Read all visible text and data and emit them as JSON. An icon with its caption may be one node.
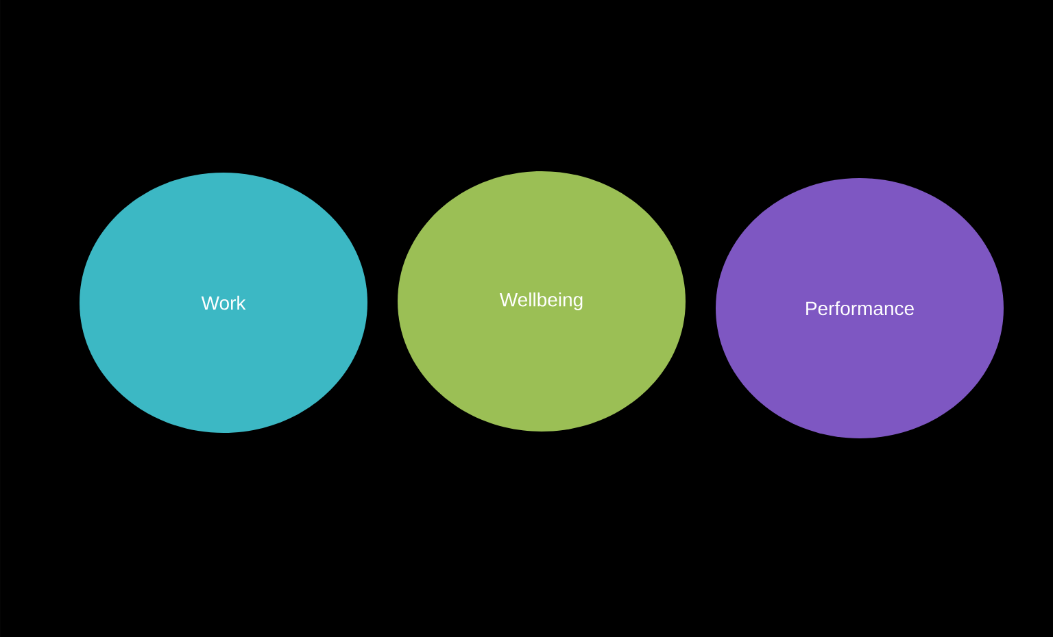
{
  "diagram": {
    "nodes": [
      {
        "text": [
          "Work"
        ]
      },
      {
        "text": [
          "Wellbeing"
        ]
      },
      {
        "text": [
          "Performance"
        ]
      }
    ]
  }
}
